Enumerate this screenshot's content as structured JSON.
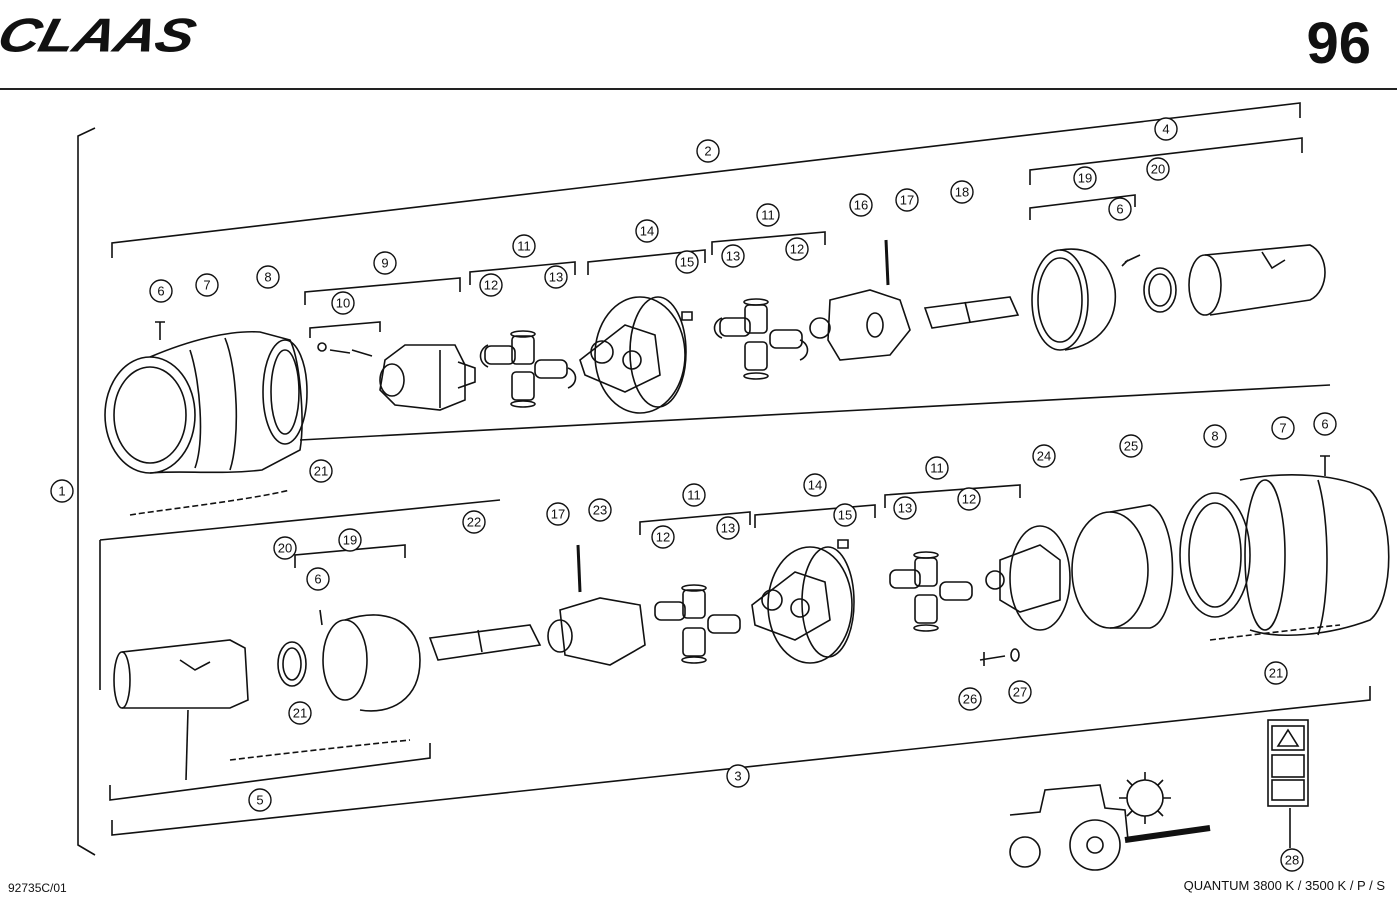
{
  "header": {
    "brand": "CLAAS",
    "page_number": "96"
  },
  "footer": {
    "drawing_code": "92735C/01",
    "model": "QUANTUM 3800 K / 3500 K / P / S"
  },
  "callouts": [
    {
      "id": "c1",
      "label": "1"
    },
    {
      "id": "c2",
      "label": "2"
    },
    {
      "id": "c3",
      "label": "3"
    },
    {
      "id": "c4",
      "label": "4"
    },
    {
      "id": "c5",
      "label": "5"
    },
    {
      "id": "c6a",
      "label": "6"
    },
    {
      "id": "c6b",
      "label": "6"
    },
    {
      "id": "c6c",
      "label": "6"
    },
    {
      "id": "c6d",
      "label": "6"
    },
    {
      "id": "c7a",
      "label": "7"
    },
    {
      "id": "c7b",
      "label": "7"
    },
    {
      "id": "c8a",
      "label": "8"
    },
    {
      "id": "c8b",
      "label": "8"
    },
    {
      "id": "c9",
      "label": "9"
    },
    {
      "id": "c10",
      "label": "10"
    },
    {
      "id": "c11a",
      "label": "11"
    },
    {
      "id": "c11b",
      "label": "11"
    },
    {
      "id": "c11c",
      "label": "11"
    },
    {
      "id": "c11d",
      "label": "11"
    },
    {
      "id": "c12a",
      "label": "12"
    },
    {
      "id": "c12b",
      "label": "12"
    },
    {
      "id": "c12c",
      "label": "12"
    },
    {
      "id": "c12d",
      "label": "12"
    },
    {
      "id": "c13a",
      "label": "13"
    },
    {
      "id": "c13b",
      "label": "13"
    },
    {
      "id": "c13c",
      "label": "13"
    },
    {
      "id": "c13d",
      "label": "13"
    },
    {
      "id": "c14a",
      "label": "14"
    },
    {
      "id": "c14b",
      "label": "14"
    },
    {
      "id": "c15a",
      "label": "15"
    },
    {
      "id": "c15b",
      "label": "15"
    },
    {
      "id": "c16",
      "label": "16"
    },
    {
      "id": "c17a",
      "label": "17"
    },
    {
      "id": "c17b",
      "label": "17"
    },
    {
      "id": "c18",
      "label": "18"
    },
    {
      "id": "c19a",
      "label": "19"
    },
    {
      "id": "c19b",
      "label": "19"
    },
    {
      "id": "c20a",
      "label": "20"
    },
    {
      "id": "c20b",
      "label": "20"
    },
    {
      "id": "c21a",
      "label": "21"
    },
    {
      "id": "c21b",
      "label": "21"
    },
    {
      "id": "c21c",
      "label": "21"
    },
    {
      "id": "c22",
      "label": "22"
    },
    {
      "id": "c23",
      "label": "23"
    },
    {
      "id": "c24",
      "label": "24"
    },
    {
      "id": "c25",
      "label": "25"
    },
    {
      "id": "c26",
      "label": "26"
    },
    {
      "id": "c27",
      "label": "27"
    },
    {
      "id": "c28",
      "label": "28"
    }
  ]
}
